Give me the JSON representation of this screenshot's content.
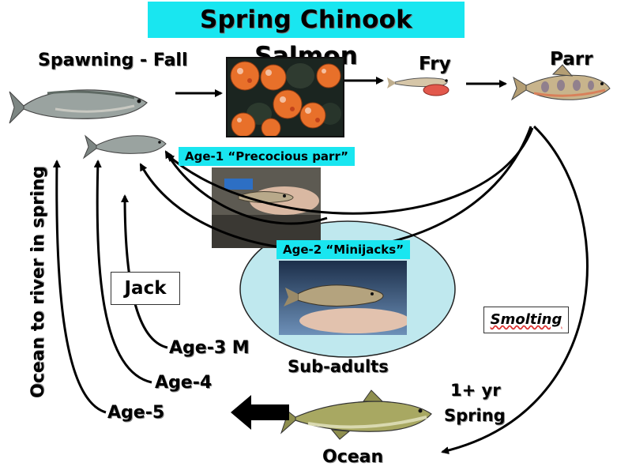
{
  "title": "Spring Chinook Salmon",
  "labels": {
    "spawning": "Spawning - Fall",
    "fry": "Fry",
    "parr": "Parr",
    "age1": "Age-1 “Precocious parr”",
    "age2": "Age-2 “Minijacks”",
    "jack": "Jack",
    "age3": "Age-3 M",
    "age4": "Age-4",
    "age5": "Age-5",
    "subadults": "Sub-adults",
    "smolting": "Smolting",
    "spring_line1": "1+ yr",
    "spring_line2": "Spring",
    "ocean": "Ocean",
    "ocean_river": "Ocean to river in spring"
  },
  "colors": {
    "title_bg": "#19e6f0",
    "ellipse": "#bfe8ee",
    "egg": "#e8702a"
  }
}
